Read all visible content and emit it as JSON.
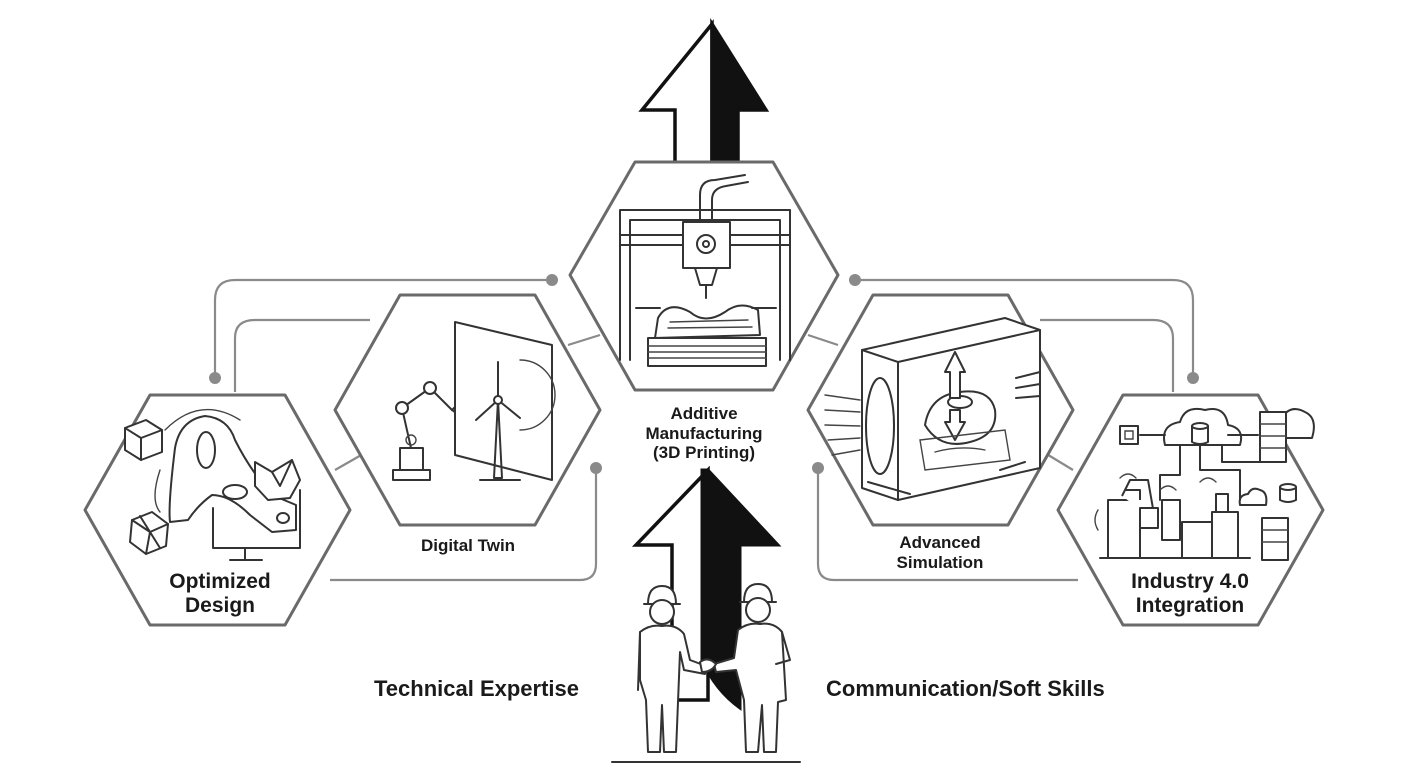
{
  "nodes": {
    "optimized_design": {
      "line1": "Optimized",
      "line2": "Design"
    },
    "digital_twin": {
      "line1": "Digital Twin"
    },
    "additive_manufacturing": {
      "line1": "Additive",
      "line2": "Manufacturing",
      "line3": "(3D Printing)"
    },
    "advanced_simulation": {
      "line1": "Advanced",
      "line2": "Simulation"
    },
    "industry_40": {
      "line1": "Industry 4.0",
      "line2": "Integration"
    }
  },
  "bottom": {
    "left_label": "Technical Expertise",
    "right_label": "Communication/Soft Skills"
  },
  "colors": {
    "stroke": "#555555",
    "connector": "#8a8a8a",
    "arrow_dark": "#111111",
    "background": "#ffffff"
  },
  "icons": [
    "topology-part-icon",
    "robot-arm-icon",
    "wind-turbine-icon",
    "3d-printer-icon",
    "simulation-chamber-icon",
    "cloud-icon",
    "database-icon",
    "server-rack-icon",
    "factory-machine-icon",
    "engineer-figure-icon",
    "handshake-icon"
  ]
}
